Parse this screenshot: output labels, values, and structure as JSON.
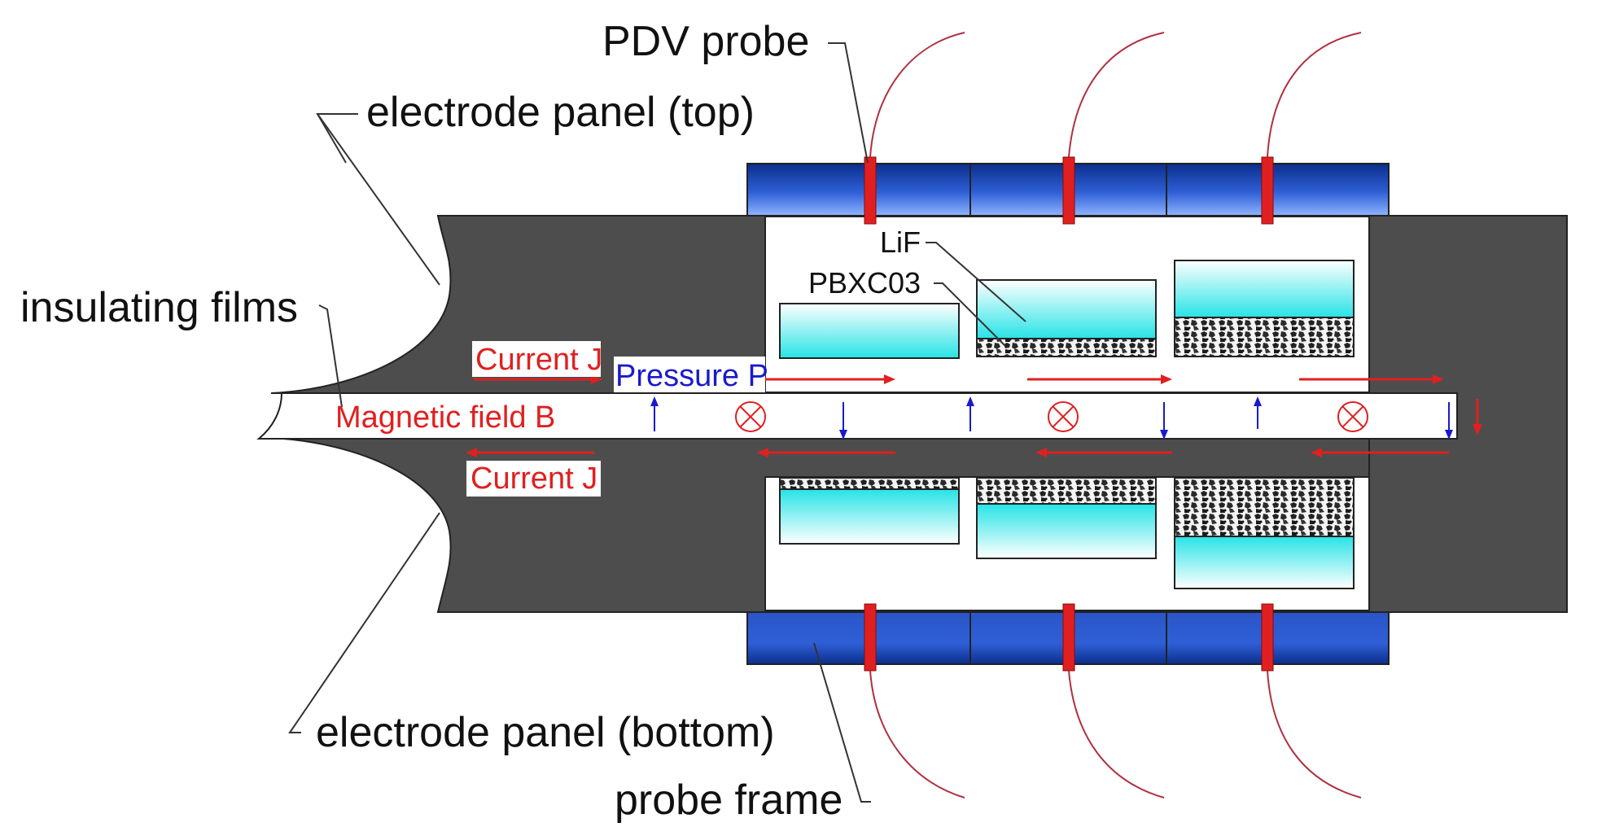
{
  "labels": {
    "pdv_probe": "PDV probe",
    "electrode_top": "electrode panel (top)",
    "insulating_films": "insulating films",
    "lif": "LiF",
    "pbxc03": "PBXC03",
    "current_top": "Current J",
    "pressure": "Pressure P",
    "magnetic_field": "Magnetic field B",
    "current_bottom": "Current J",
    "electrode_bottom": "electrode panel (bottom)",
    "probe_frame": "probe frame"
  },
  "colors": {
    "electrode": "#4d4d4d",
    "probe_frame": "#1f46a8",
    "probe": "#e02020",
    "lif": "#2fe6e6",
    "current": "#e02020",
    "pressure": "#1a1acc",
    "fiber": "#b03040",
    "leader": "#333333"
  }
}
